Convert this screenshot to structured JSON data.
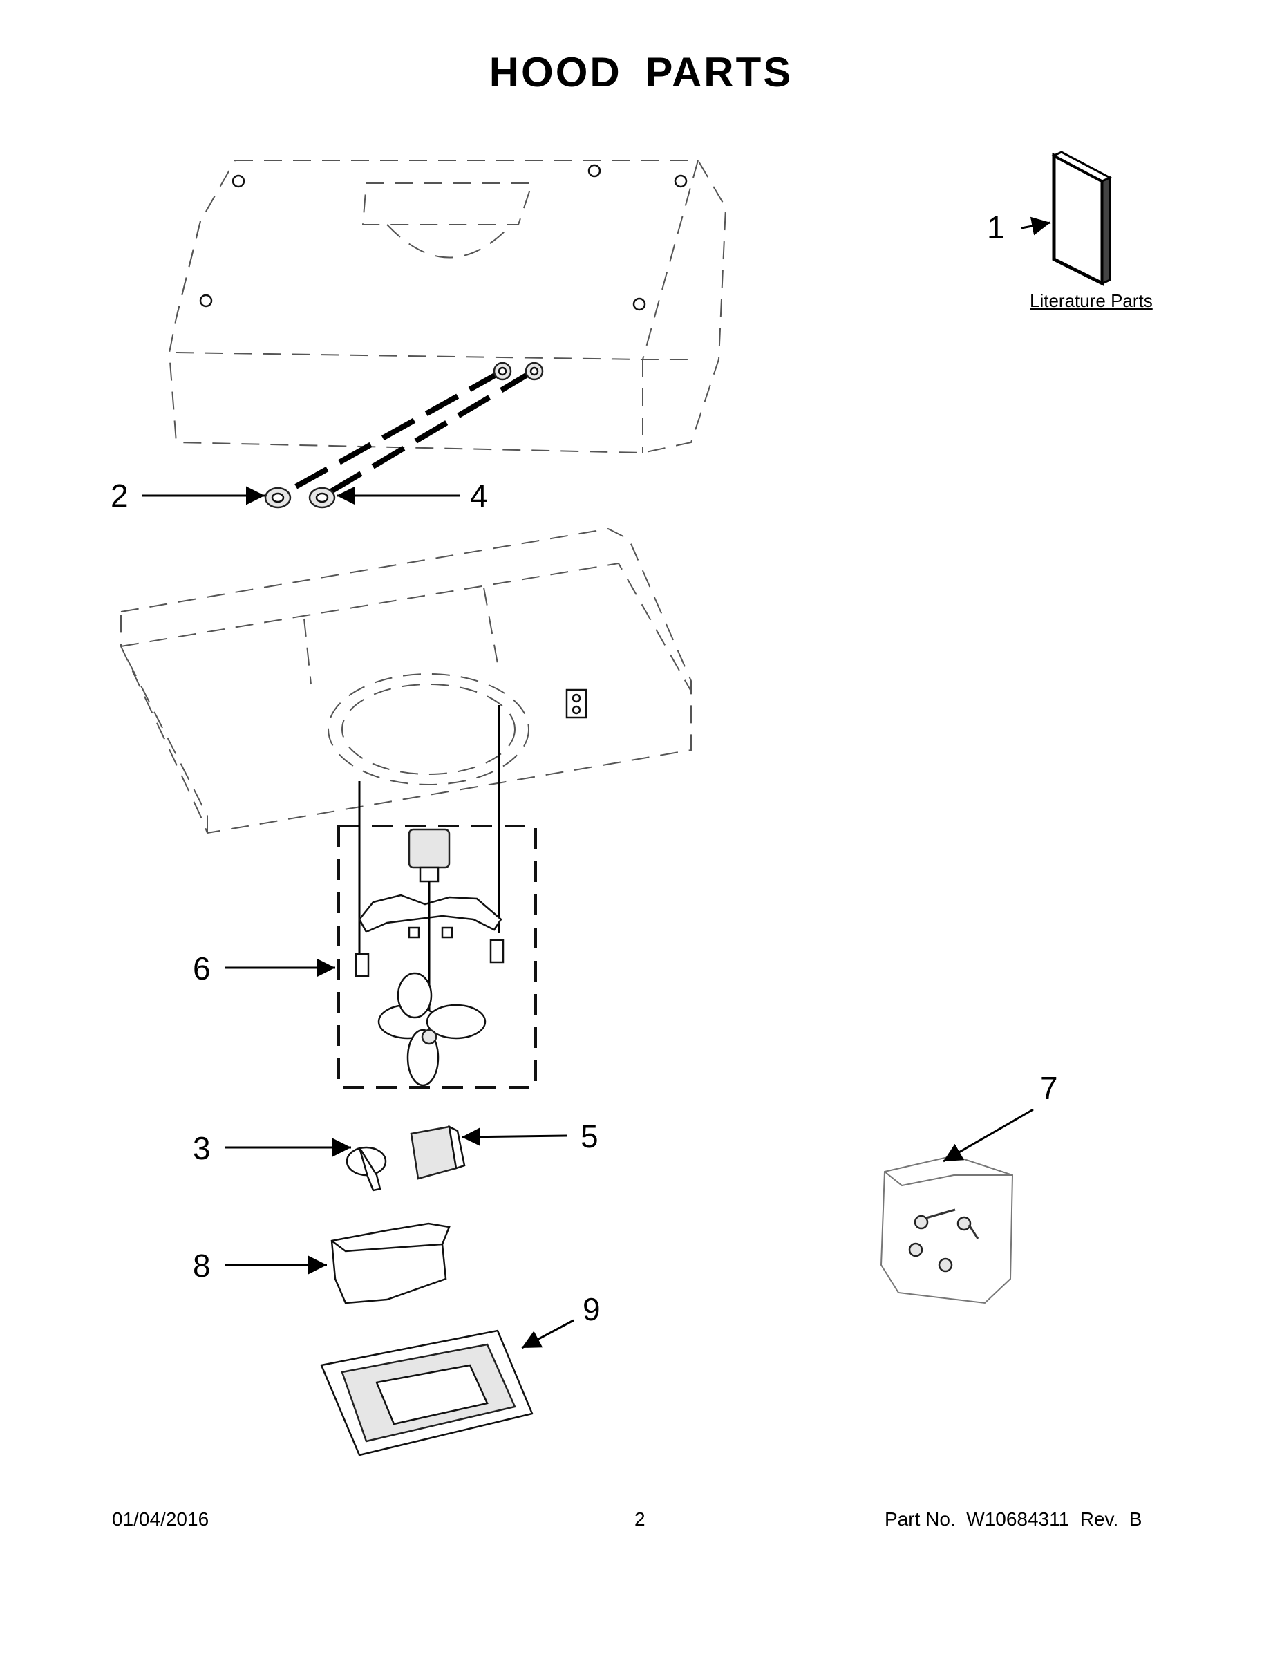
{
  "page": {
    "title": "HOOD PARTS",
    "footer": {
      "date": "01/04/2016",
      "page_number": "2",
      "part_number": "Part No.  W10684311  Rev.  B"
    }
  },
  "diagram": {
    "literature_label": "Literature Parts",
    "callouts": [
      {
        "id": "1",
        "label": "1"
      },
      {
        "id": "2",
        "label": "2"
      },
      {
        "id": "3",
        "label": "3"
      },
      {
        "id": "4",
        "label": "4"
      },
      {
        "id": "5",
        "label": "5"
      },
      {
        "id": "6",
        "label": "6"
      },
      {
        "id": "7",
        "label": "7"
      },
      {
        "id": "8",
        "label": "8"
      },
      {
        "id": "9",
        "label": "9"
      }
    ]
  }
}
